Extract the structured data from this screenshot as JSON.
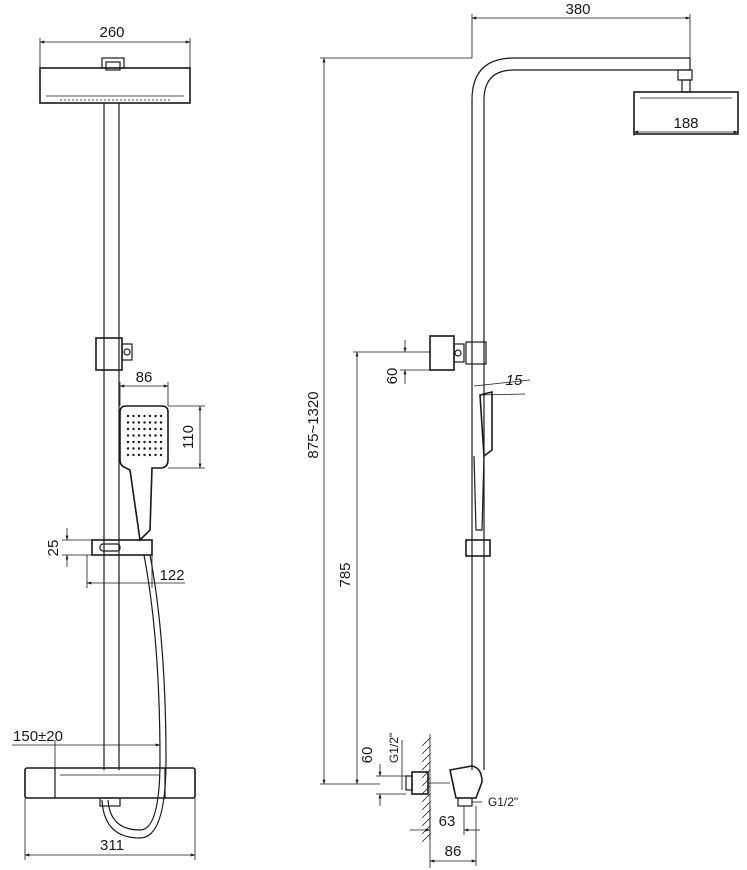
{
  "front_view": {
    "dim_head_width": "260",
    "dim_handshower_width": "86",
    "dim_handshower_height": "110",
    "dim_holder_height": "25",
    "dim_holder_depth": "122",
    "dim_centers": "150±20",
    "dim_valve_width": "311"
  },
  "side_view": {
    "dim_arm_reach": "380",
    "dim_head_diameter": "188",
    "dim_total_height": "875~1320",
    "dim_bracket_height": "60",
    "dim_angle": "15",
    "dim_outlet_height": "785",
    "dim_inlet_height": "60",
    "thread_left": "G1/2\"",
    "thread_right": "G1/2\"",
    "dim_offset_63": "63",
    "dim_offset_86": "86"
  }
}
